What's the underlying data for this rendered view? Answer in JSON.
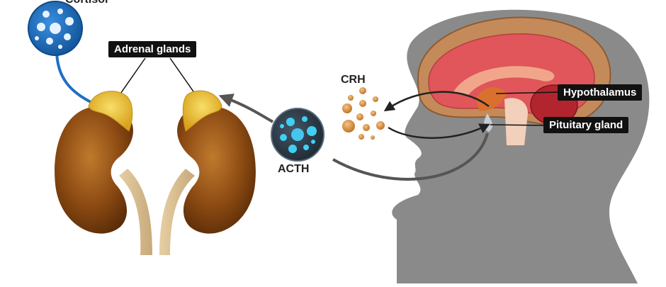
{
  "labels": {
    "cortisol": "Cortisol",
    "adrenal_glands": "Adrenal glands",
    "crh": "CRH",
    "acth": "ACTH",
    "hypothalamus": "Hypothalamus",
    "pituitary_gland": "Pituitary gland"
  },
  "colors": {
    "cortisol_bubble": "#1f6fc4",
    "acth_bubble": "#2f3b48",
    "kidney": "#8b4a12",
    "adrenal": "#f0c43a",
    "head": "#8a8a8a",
    "brain": "#e05a5a",
    "crh_dot": "#d9913a"
  }
}
